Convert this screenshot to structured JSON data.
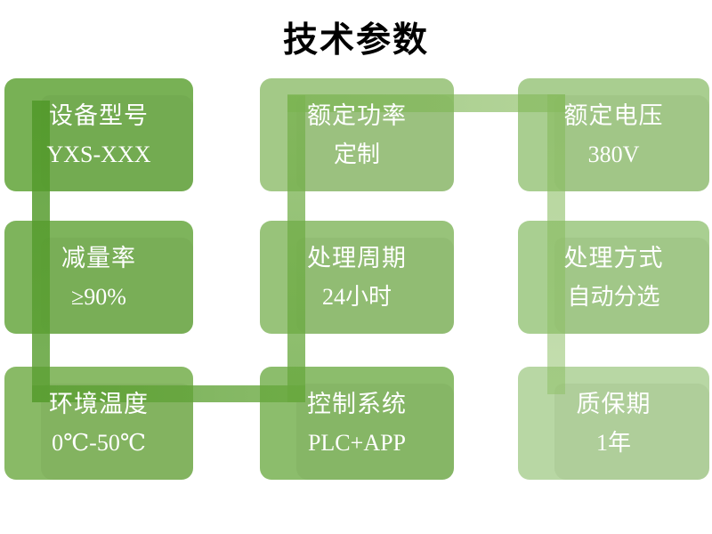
{
  "title": "技术参数",
  "boxes": [
    {
      "id": "device-model",
      "label": "设备型号",
      "value": "YXS-XXX",
      "color": "#78B155"
    },
    {
      "id": "rated-power",
      "label": "额定功率",
      "value": "定制",
      "color": "#A3C987"
    },
    {
      "id": "rated-voltage",
      "label": "额定电压",
      "value": "380V",
      "color": "#A9CE90"
    },
    {
      "id": "reduction-rate",
      "label": "减量率",
      "value": "≥90%",
      "color": "#7EB45C"
    },
    {
      "id": "process-cycle",
      "label": "处理周期",
      "value": "24小时",
      "color": "#98C37A"
    },
    {
      "id": "process-method",
      "label": "处理方式",
      "value": "自动分选",
      "color": "#A9CF91"
    },
    {
      "id": "ambient-temp",
      "label": "环境温度",
      "value": "0℃-50℃",
      "color": "#89BA66"
    },
    {
      "id": "control-system",
      "label": "控制系统",
      "value": "PLC+APP",
      "color": "#8CBD6C"
    },
    {
      "id": "warranty-period",
      "label": "质保期",
      "value": "1年",
      "color": "#B8D7A4"
    }
  ],
  "connectors": [
    {
      "id": "bar-a",
      "path": "device-model -> reduction-rate -> ambient-temp",
      "from": "rgba(80,152,40,0.85)",
      "to": "rgba(92,160,52,0.82)"
    },
    {
      "id": "bar-b",
      "path": "ambient-temp -> control-system",
      "from": "rgba(90,158,50,0.82)",
      "to": "rgba(104,168,62,0.78)"
    },
    {
      "id": "bar-c",
      "path": "control-system -> process-cycle -> rated-power",
      "from": "rgba(118,176,76,0.70)",
      "to": "rgba(104,168,62,0.78)"
    },
    {
      "id": "bar-d",
      "path": "rated-power -> rated-voltage",
      "from": "rgba(122,180,80,0.68)",
      "to": "rgba(134,186,92,0.62)"
    },
    {
      "id": "bar-e",
      "path": "rated-voltage -> process-method -> warranty",
      "from": "rgba(134,186,92,0.62)",
      "to": "rgba(142,192,102,0.52)"
    }
  ],
  "background_color": "#FFFFFF",
  "text_color": "#FFFFFF",
  "title_color": "#000000"
}
